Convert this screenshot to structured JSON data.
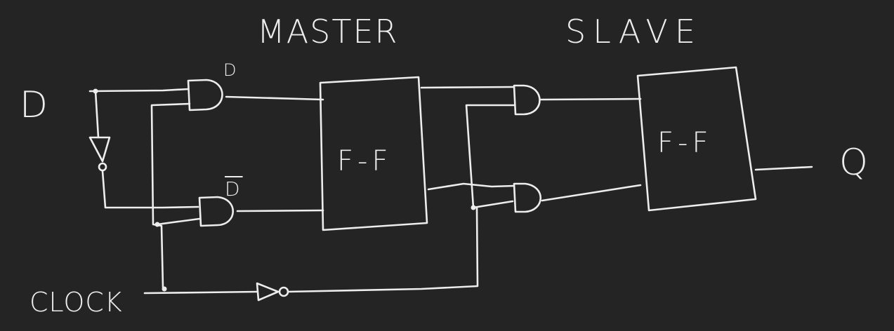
{
  "diagram": {
    "title_master": "MASTER",
    "title_slave": "SLAVE",
    "input_d": "D",
    "signal_d": "D",
    "signal_d_bar": "D",
    "input_clock": "CLOCK",
    "output_q": "Q",
    "master_block_label": "F-F",
    "slave_block_label": "F-F",
    "stroke_color": "#ededed",
    "background_color": "#242424"
  }
}
